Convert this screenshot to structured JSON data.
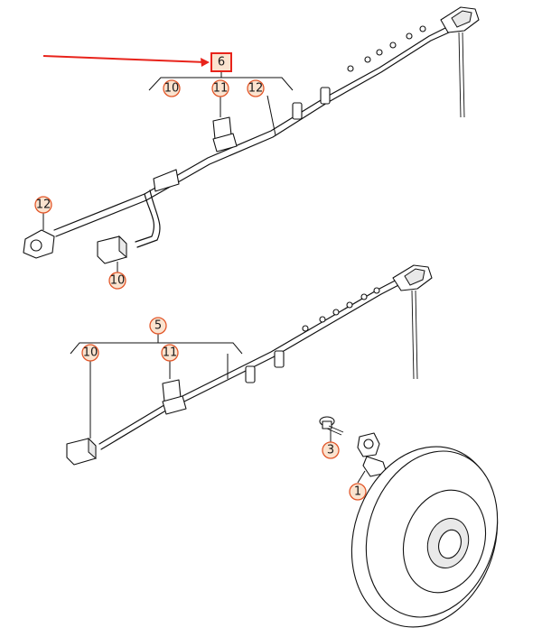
{
  "colors": {
    "callout_fill": "#fbe3cf",
    "callout_stroke": "#e2572a",
    "highlight_arrow": "#e8231b"
  },
  "callouts": {
    "top_harness_part": "6",
    "top_connector_b": "10",
    "top_sensor_plug": "11",
    "top_wire_segment": "12",
    "top_left_connector": "12",
    "top_lower_connector": "10",
    "bottom_harness_part": "5",
    "bottom_connector_b": "10",
    "bottom_sensor_plug": "11",
    "bolt": "3",
    "speed_sensor": "1"
  }
}
